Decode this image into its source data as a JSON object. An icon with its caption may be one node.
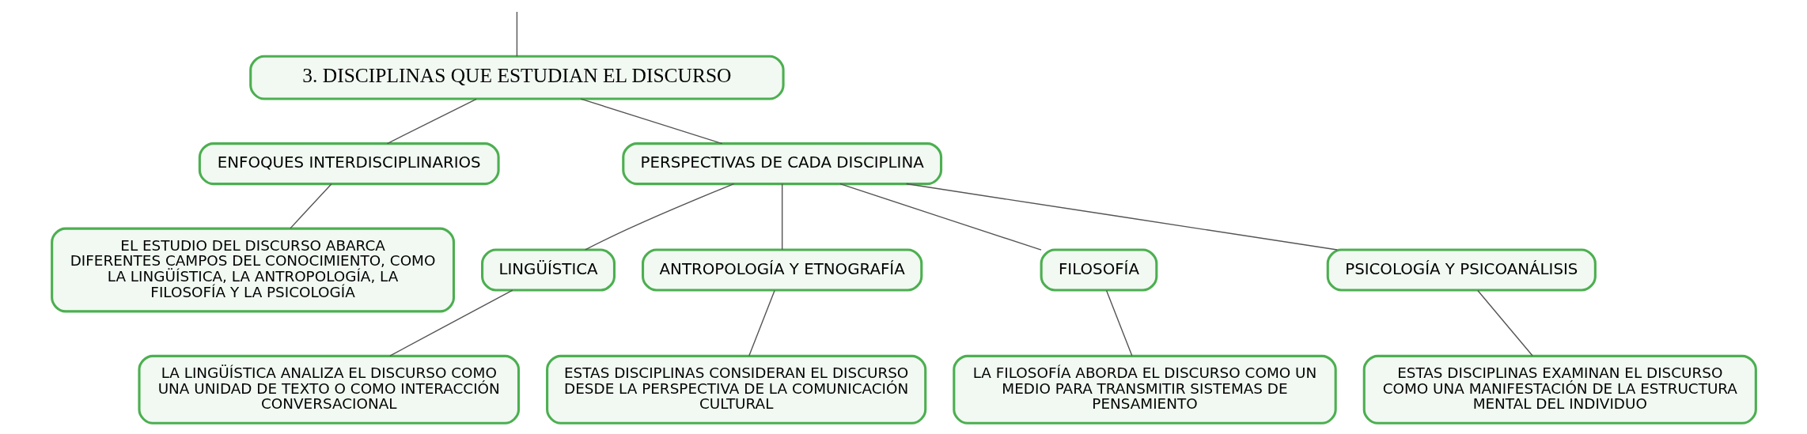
{
  "diagram": {
    "nodes": [
      {
        "text": [
          "3. DISCIPLINAS QUE ESTUDIAN EL DISCURSO"
        ]
      },
      {
        "text": [
          "ENFOQUES INTERDISCIPLINARIOS"
        ]
      },
      {
        "text": [
          "EL ESTUDIO DEL DISCURSO ABARCA DIFERENTES CAMPOS DEL CONOCIMIENTO, COMO LA LINGÜÍSTICA, LA ANTROPOLOGÍA, LA FILOSOFÍA Y LA PSICOLOGÍA"
        ]
      },
      {
        "text": [
          "PERSPECTIVAS DE CADA DISCIPLINA"
        ]
      },
      {
        "text": [
          "LINGÜÍSTICA"
        ]
      },
      {
        "text": [
          "LA LINGÜÍSTICA ANALIZA EL DISCURSO COMO UNA UNIDAD DE TEXTO O COMO INTERACCIÓN CONVERSACIONAL"
        ]
      },
      {
        "text": [
          "ANTROPOLOGÍA Y ETNOGRAFÍA"
        ]
      },
      {
        "text": [
          "ESTAS DISCIPLINAS CONSIDERAN EL DISCURSO DESDE LA PERSPECTIVA DE LA COMUNICACIÓN CULTURAL"
        ]
      },
      {
        "text": [
          "FILOSOFÍA"
        ]
      },
      {
        "text": [
          "LA FILOSOFÍA ABORDA EL DISCURSO COMO UN MEDIO PARA TRANSMITIR SISTEMAS DE PENSAMIENTO"
        ]
      },
      {
        "text": [
          "PSICOLOGÍA Y PSICOANÁLISIS"
        ]
      },
      {
        "text": [
          "ESTAS DISCIPLINAS EXAMINAN EL DISCURSO COMO UNA MANIFESTACIÓN DE LA ESTRUCTURA MENTAL DEL INDIVIDUO"
        ]
      }
    ],
    "edges": [
      {
        "from": null,
        "to": 0,
        "arrow": "none"
      },
      {
        "from": 0,
        "to": 1,
        "arrow": "none"
      },
      {
        "from": 0,
        "to": 3,
        "arrow": "none"
      },
      {
        "from": 1,
        "to": 2,
        "arrow": "none"
      },
      {
        "from": 3,
        "to": 4,
        "arrow": "none"
      },
      {
        "from": 3,
        "to": 6,
        "arrow": "none"
      },
      {
        "from": 3,
        "to": 8,
        "arrow": "none"
      },
      {
        "from": 3,
        "to": 10,
        "arrow": "none"
      },
      {
        "from": 4,
        "to": 5,
        "arrow": "none"
      },
      {
        "from": 6,
        "to": 7,
        "arrow": "none"
      },
      {
        "from": 8,
        "to": 9,
        "arrow": "none"
      },
      {
        "from": 10,
        "to": 11,
        "arrow": "none"
      }
    ]
  }
}
